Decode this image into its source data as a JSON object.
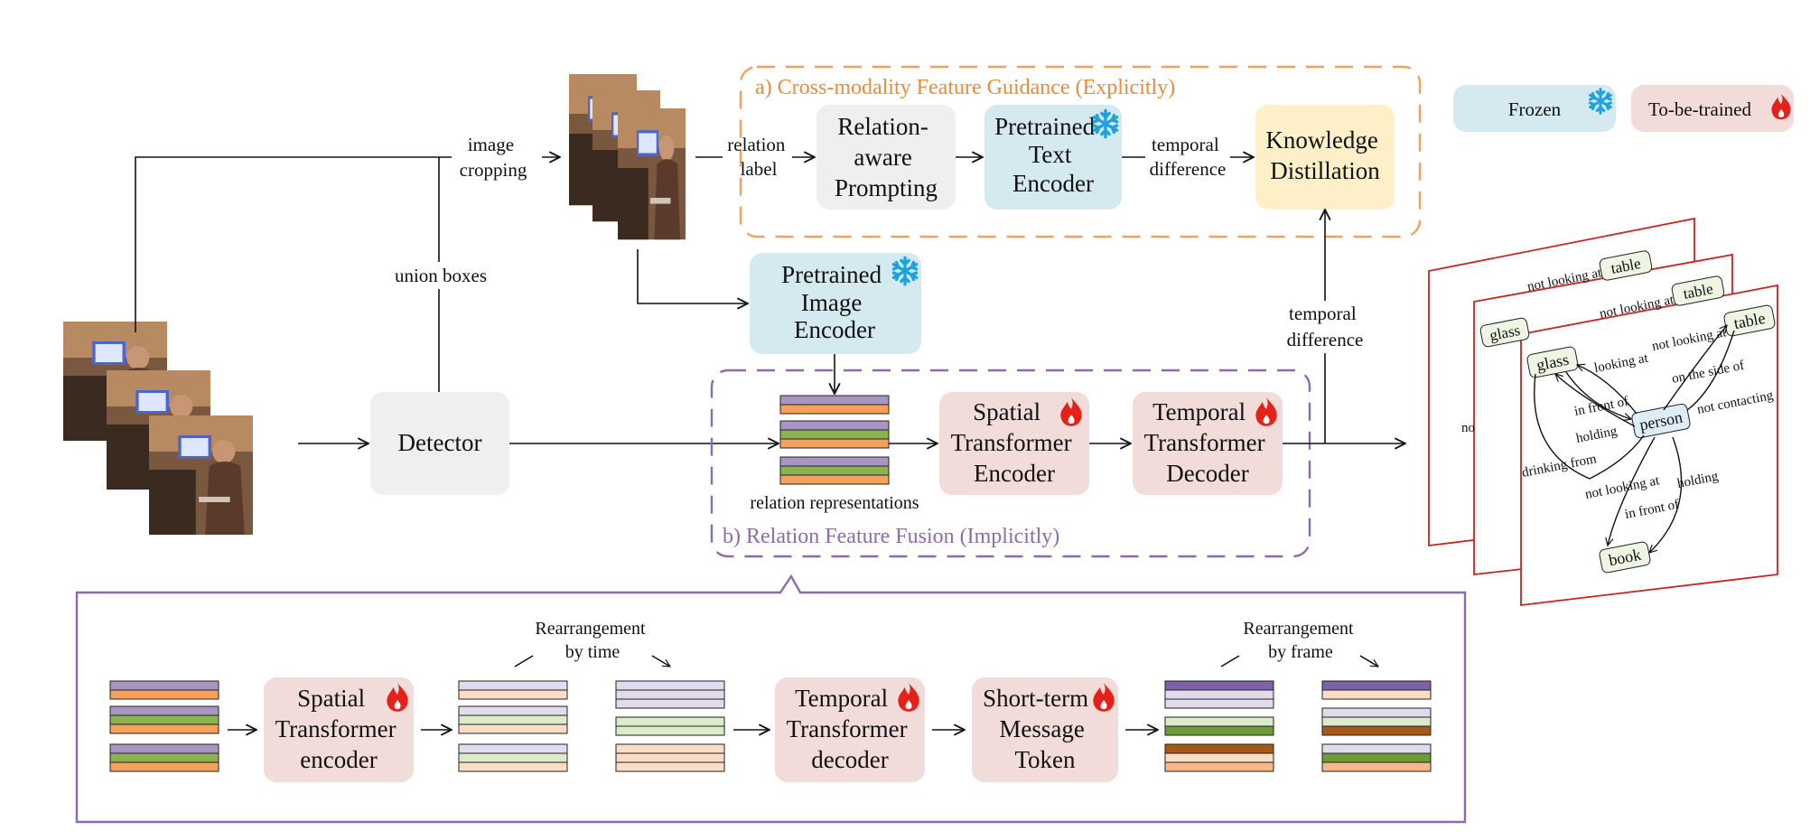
{
  "legend": {
    "frozen": "Frozen",
    "trainable": "To-be-trained"
  },
  "explicit_section": {
    "title": "a) Cross-modality Feature Guidance (Explicitly)",
    "relation_label": [
      "relation",
      "label"
    ],
    "prompting": [
      "Relation-",
      "aware",
      "Prompting"
    ],
    "text_encoder": [
      "Pretrained",
      "Text",
      "Encoder"
    ],
    "temporal_difference": [
      "temporal",
      "difference"
    ],
    "distillation": [
      "Knowledge",
      "Distillation"
    ]
  },
  "implicit_section": {
    "title": "b) Relation Feature Fusion (Implicitly)",
    "image_encoder": [
      "Pretrained",
      "Image",
      "Encoder"
    ],
    "relation_representations": "relation representations",
    "spatial_encoder": [
      "Spatial",
      "Transformer",
      "Encoder"
    ],
    "temporal_decoder": [
      "Temporal",
      "Transformer",
      "Decoder"
    ],
    "temporal_difference": [
      "temporal",
      "difference"
    ]
  },
  "pipeline": {
    "image_cropping": [
      "image",
      "cropping"
    ],
    "union_boxes": "union boxes",
    "detector": "Detector"
  },
  "detail_panel": {
    "spatial_encoder": [
      "Spatial",
      "Transformer",
      "encoder"
    ],
    "rearrange_time": [
      "Rearrangement",
      "by time"
    ],
    "temporal_decoder": [
      "Temporal",
      "Transformer",
      "decoder"
    ],
    "message_token": [
      "Short-term",
      "Message",
      "Token"
    ],
    "rearrange_frame": [
      "Rearrangement",
      "by frame"
    ]
  },
  "scene_graph": {
    "back_nodes": [
      "table",
      "table",
      "glass"
    ],
    "nodes": [
      "table",
      "glass",
      "person",
      "book"
    ],
    "edges": [
      "not looking at",
      "looking at",
      "on the side of",
      "not contacting",
      "in front of",
      "holding",
      "drinking from",
      "not looking at",
      "in front of",
      "holding"
    ],
    "back_edges": [
      "not looking at",
      "not looking at",
      "no"
    ]
  },
  "colors": {
    "frozen": "#d5e9f0",
    "trainable": "#f1dcda",
    "neutral": "#efefef",
    "distill": "#fdf0c8",
    "explicit_border": "#f5a15b",
    "implicit_border": "#8b6bb0",
    "purple_bar": "#a895c4",
    "orange_bar": "#f5a15b",
    "green_bar": "#8cb150",
    "brown_bar": "#a55a1c",
    "graph_border": "#cc2222",
    "snowflake": "#1aa3e0",
    "flame": "#e8201a"
  },
  "icons": [
    "snowflake-icon",
    "flame-icon",
    "video-frame-icon"
  ]
}
